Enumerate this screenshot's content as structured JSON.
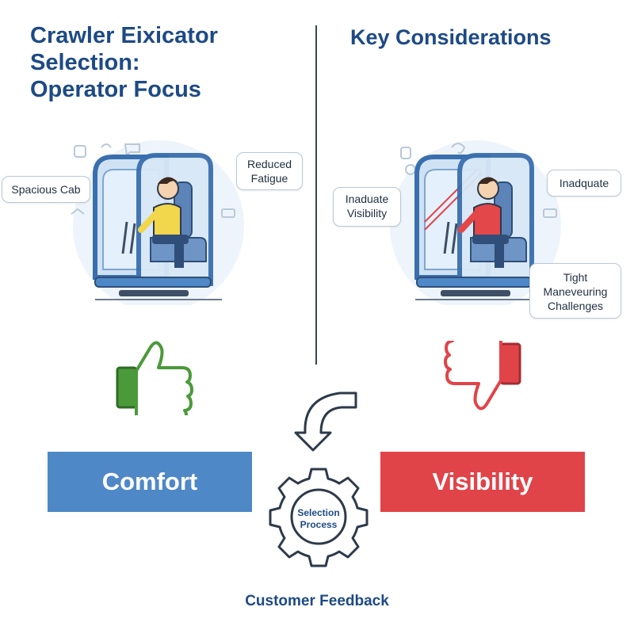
{
  "title": {
    "line1": "Crawler Eixicator",
    "line2": "Selection:",
    "line3": "Operator Focus"
  },
  "right_title": "Key Considerations",
  "left_panel": {
    "callouts": {
      "spacious_cab": "Spacious Cab",
      "reduced_fatigue_1": "Reduced",
      "reduced_fatigue_2": "Fatigue"
    },
    "shirt_color": "#f2d64b"
  },
  "right_panel": {
    "callouts": {
      "inadequate_visibility_1": "Inaduate",
      "inadequate_visibility_2": "Visibility",
      "inadequate": "Inadquate",
      "tight_1": "Tight",
      "tight_2": "Maneveuring",
      "tight_3": "Challenges"
    },
    "shirt_color": "#e3474a"
  },
  "bars": {
    "comfort": "Comfort",
    "visibility": "Visibility"
  },
  "gear": {
    "line1": "Selection",
    "line2": "Process"
  },
  "footer": "Customer Feedback",
  "colors": {
    "accent_blue": "#4f88c6",
    "accent_red": "#e04449",
    "thumb_up": "#4a9a3a",
    "thumb_down": "#e04449",
    "title": "#1d4a86"
  },
  "icons": [
    "thumbs-up-icon",
    "thumbs-down-icon",
    "gear-icon",
    "curved-arrow-icon",
    "operator-cab-icon"
  ]
}
